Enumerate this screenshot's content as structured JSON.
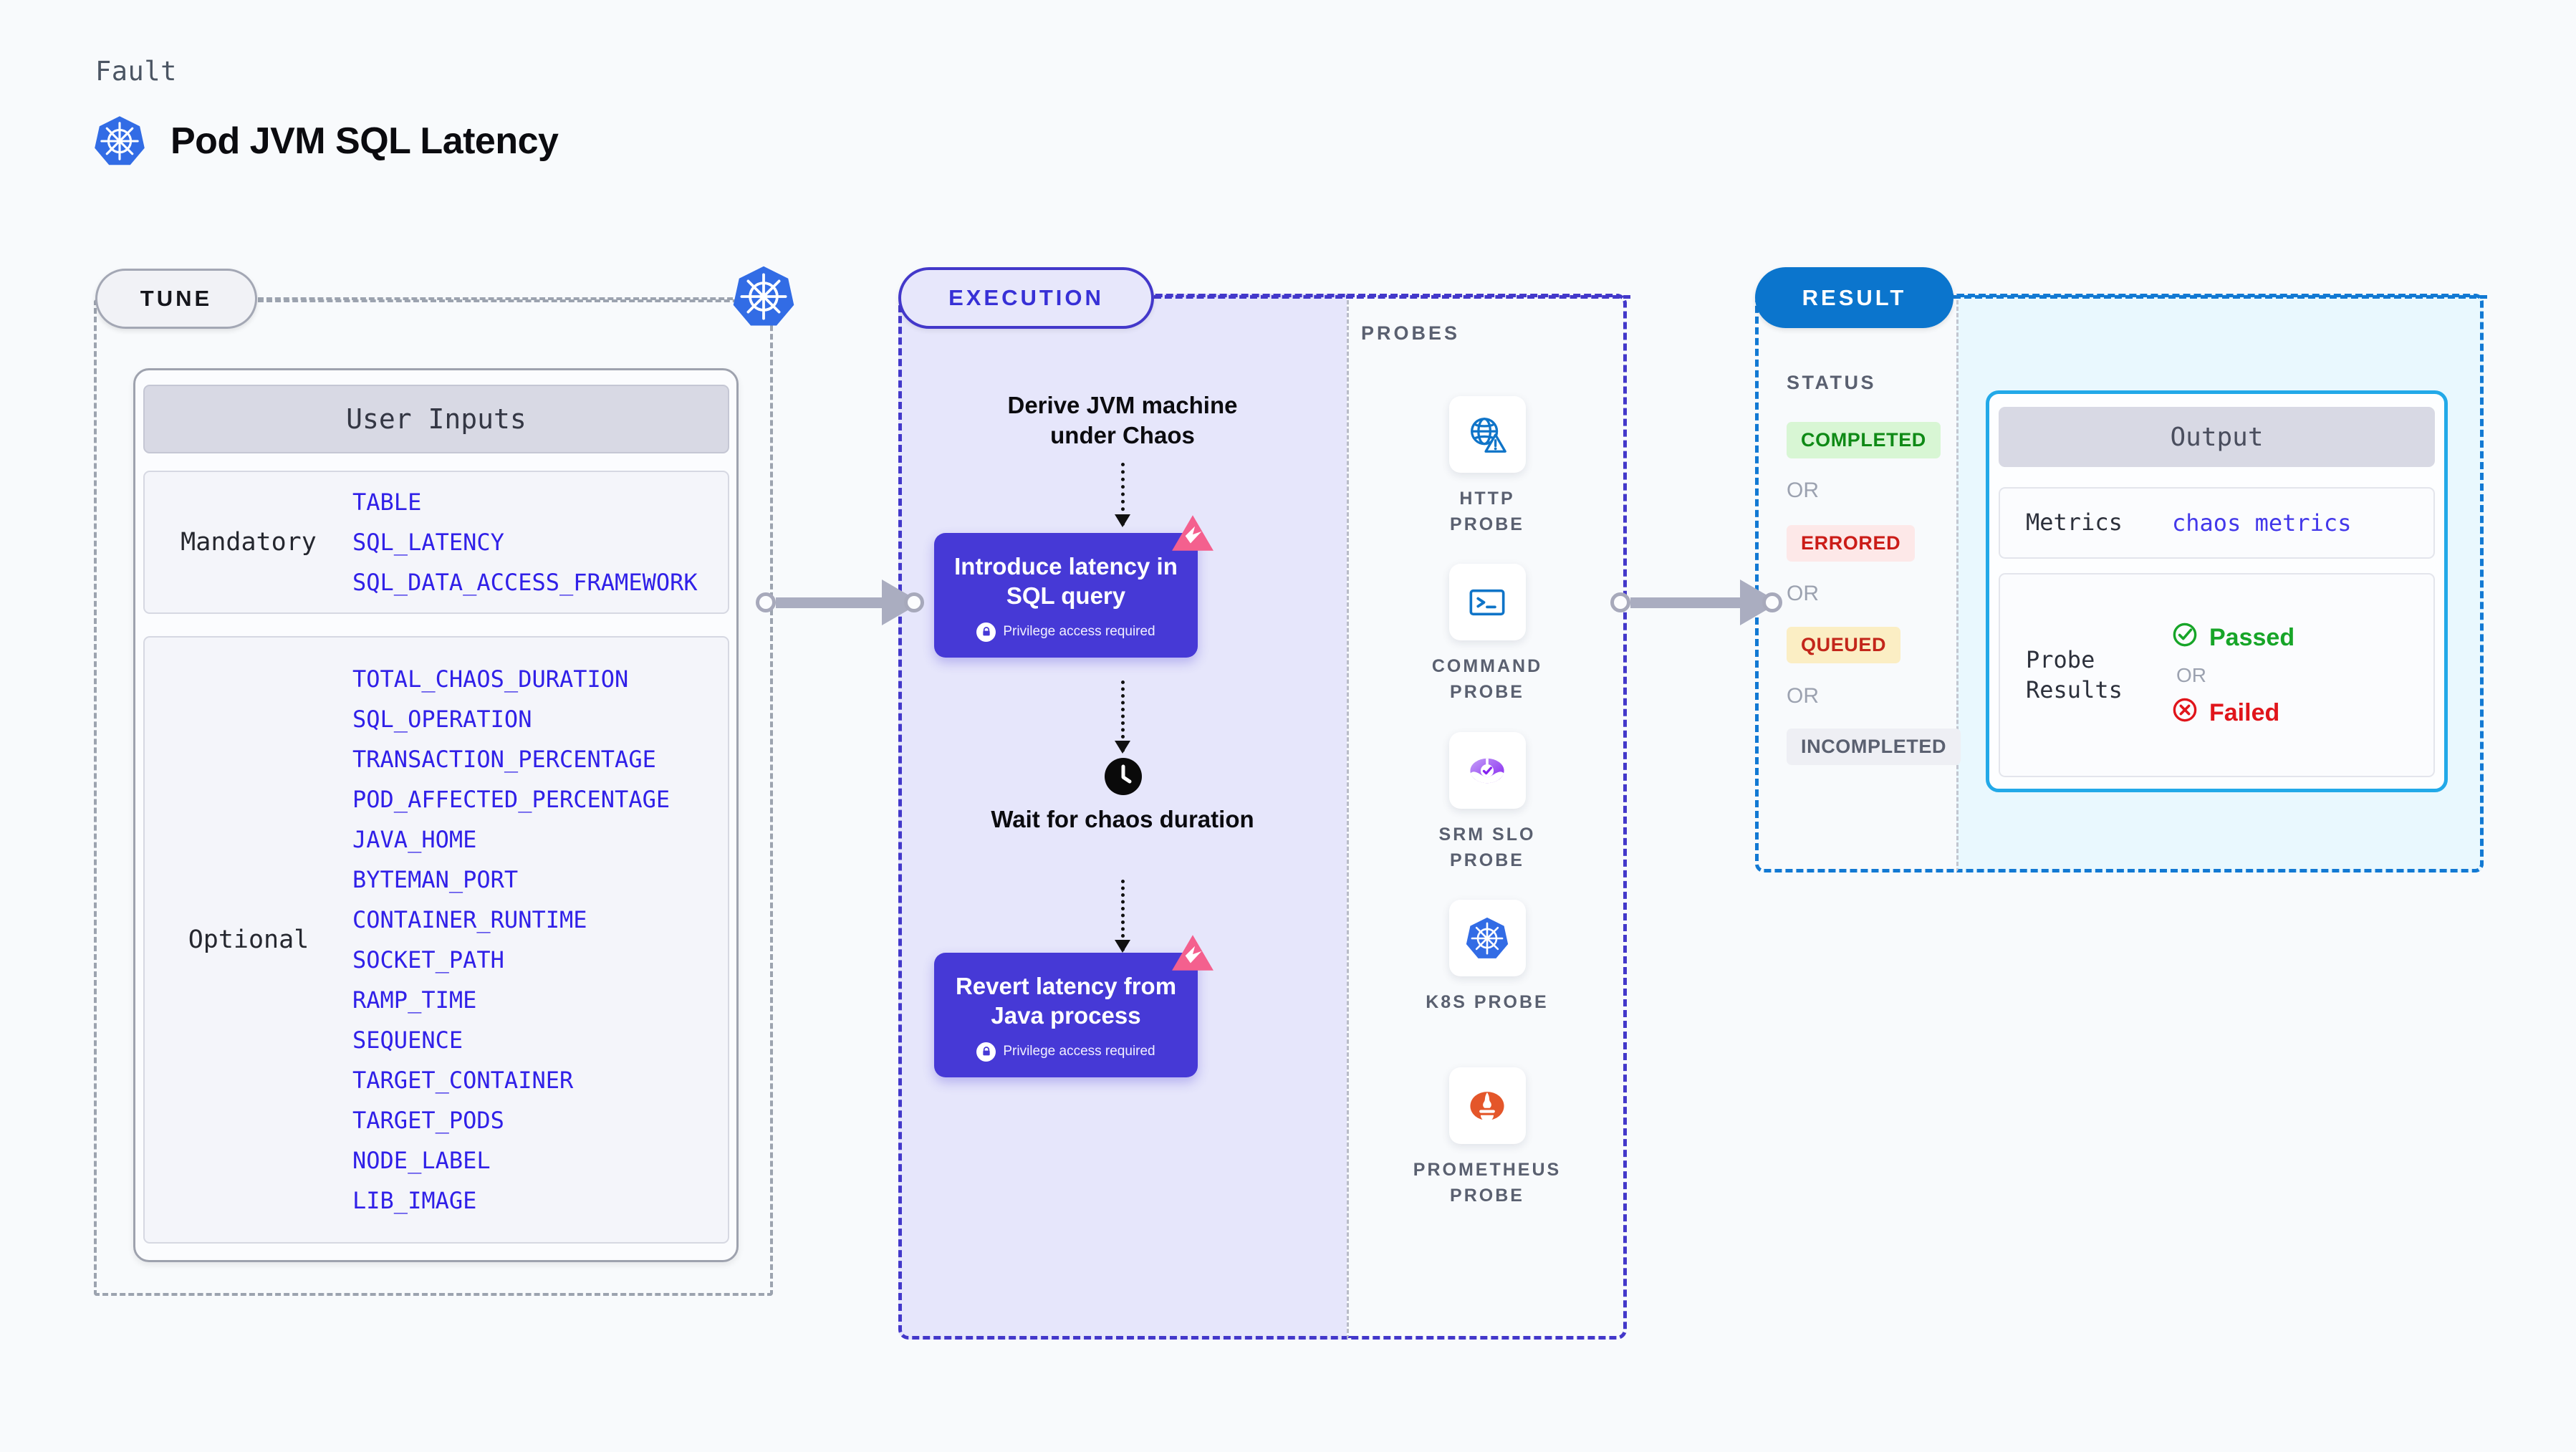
{
  "header": {
    "kicker": "Fault",
    "title": "Pod JVM SQL Latency",
    "logo_icon": "kubernetes-icon"
  },
  "tune": {
    "pill_label": "TUNE",
    "node_icon": "kubernetes-icon",
    "inputs_header": "User Inputs",
    "groups": [
      {
        "label": "Mandatory",
        "items": [
          "TABLE",
          "SQL_LATENCY",
          "SQL_DATA_ACCESS_FRAMEWORK"
        ]
      },
      {
        "label": "Optional",
        "items": [
          "TOTAL_CHAOS_DURATION",
          "SQL_OPERATION",
          "TRANSACTION_PERCENTAGE",
          "POD_AFFECTED_PERCENTAGE",
          "JAVA_HOME",
          "BYTEMAN_PORT",
          "CONTAINER_RUNTIME",
          "SOCKET_PATH",
          "RAMP_TIME",
          "SEQUENCE",
          "TARGET_CONTAINER",
          "TARGET_PODS",
          "NODE_LABEL",
          "LIB_IMAGE"
        ]
      }
    ]
  },
  "execution": {
    "pill_label": "EXECUTION",
    "steps": {
      "derive": "Derive JVM machine under Chaos",
      "wait": "Wait for chaos duration"
    },
    "actions": [
      {
        "title": "Introduce latency in SQL query",
        "note": "Privilege access required",
        "badge_icon": "litmus-icon",
        "lock_icon": "lock-icon"
      },
      {
        "title": "Revert latency from Java process",
        "note": "Privilege access required",
        "badge_icon": "litmus-icon",
        "lock_icon": "lock-icon"
      }
    ],
    "clock_icon": "clock-icon"
  },
  "probes": {
    "title": "PROBES",
    "items": [
      {
        "label": "HTTP PROBE",
        "icon": "globe-warning-icon"
      },
      {
        "label": "COMMAND\nPROBE",
        "icon": "terminal-icon"
      },
      {
        "label": "SRM SLO\nPROBE",
        "icon": "srm-slo-icon"
      },
      {
        "label": "K8S PROBE",
        "icon": "kubernetes-icon"
      },
      {
        "label": "PROMETHEUS\nPROBE",
        "icon": "prometheus-icon"
      }
    ]
  },
  "result": {
    "pill_label": "RESULT",
    "status_title": "STATUS",
    "or_label": "OR",
    "statuses": [
      {
        "label": "COMPLETED",
        "bg": "#d8f6d4",
        "fg": "#0f8a16"
      },
      {
        "label": "ERRORED",
        "bg": "#fde8e8",
        "fg": "#cb1c18"
      },
      {
        "label": "QUEUED",
        "bg": "#fbeec4",
        "fg": "#c3261a"
      },
      {
        "label": "INCOMPLETED",
        "bg": "#eeeff4",
        "fg": "#5a6070"
      }
    ]
  },
  "output": {
    "header": "Output",
    "metrics_key": "Metrics",
    "metrics_value": "chaos metrics",
    "probe_results_key": "Probe\nResults",
    "passed_label": "Passed",
    "failed_label": "Failed",
    "or_label": "OR",
    "passed_icon": "check-circle-icon",
    "failed_icon": "x-circle-icon"
  },
  "connectors": [
    {
      "name": "tune-to-execution"
    },
    {
      "name": "probes-to-result"
    }
  ],
  "colors": {
    "accent_indigo": "#4639d6",
    "accent_blue": "#0b75cd",
    "k8s_blue": "#326ce5",
    "litmus_pink": "#f4608e",
    "param_blue": "#3020e8",
    "page_bg": "#f8fafc"
  }
}
